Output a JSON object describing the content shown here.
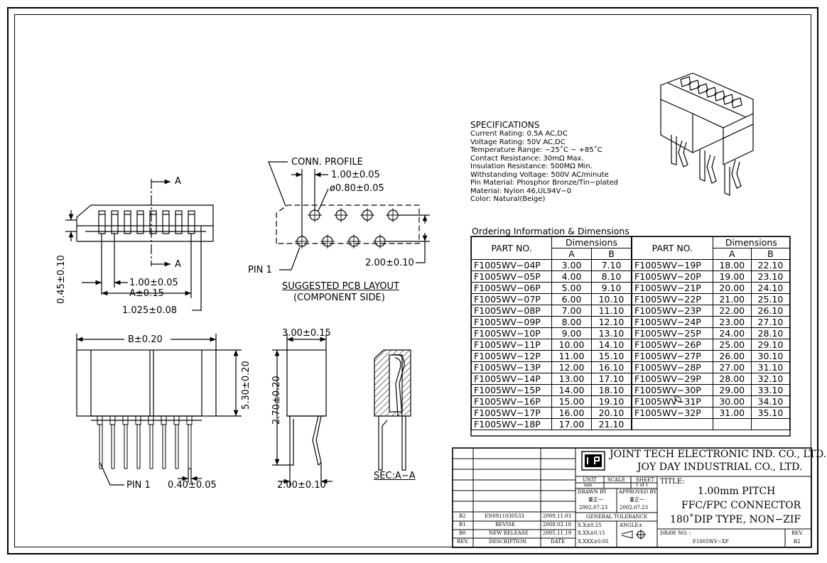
{
  "specs": {
    "heading": "SPECIFICATIONS",
    "lines": [
      "Current Rating: 0.5A AC,DC",
      "Voltage Rating: 50V AC,DC",
      "Temperature Range: −25˚C ~ +85˚C",
      "Contact Resistance: 30mΩ Max.",
      "Insulation Resistance: 500MΩ Min.",
      "Withstanding Voltage: 500V AC/minute",
      "Pin Material: Phosphor Bronze/Tin−plated",
      "Material: Nylon 46,UL94V−0",
      "Color: Natural(Beige)"
    ]
  },
  "ordering": {
    "title": "Ordering Information & Dimensions",
    "col_part": "PART NO.",
    "col_dims": "Dimensions",
    "col_a": "A",
    "col_b": "B",
    "left": [
      [
        "F1005WV−04P",
        "3.00",
        "7.10"
      ],
      [
        "F1005WV−05P",
        "4.00",
        "8.10"
      ],
      [
        "F1005WV−06P",
        "5.00",
        "9.10"
      ],
      [
        "F1005WV−07P",
        "6.00",
        "10.10"
      ],
      [
        "F1005WV−08P",
        "7.00",
        "11.10"
      ],
      [
        "F1005WV−09P",
        "8.00",
        "12.10"
      ],
      [
        "F1005WV−10P",
        "9.00",
        "13.10"
      ],
      [
        "F1005WV−11P",
        "10.00",
        "14.10"
      ],
      [
        "F1005WV−12P",
        "11.00",
        "15.10"
      ],
      [
        "F1005WV−13P",
        "12.00",
        "16.10"
      ],
      [
        "F1005WV−14P",
        "13.00",
        "17.10"
      ],
      [
        "F1005WV−15P",
        "14.00",
        "18.10"
      ],
      [
        "F1005WV−16P",
        "15.00",
        "19.10"
      ],
      [
        "F1005WV−17P",
        "16.00",
        "20.10"
      ],
      [
        "F1005WV−18P",
        "17.00",
        "21.10"
      ]
    ],
    "right": [
      [
        "F1005WV−19P",
        "18.00",
        "22.10"
      ],
      [
        "F1005WV−20P",
        "19.00",
        "23.10"
      ],
      [
        "F1005WV−21P",
        "20.00",
        "24.10"
      ],
      [
        "F1005WV−22P",
        "21.00",
        "25.10"
      ],
      [
        "F1005WV−23P",
        "22.00",
        "26.10"
      ],
      [
        "F1005WV−24P",
        "23.00",
        "27.10"
      ],
      [
        "F1005WV−25P",
        "24.00",
        "28.10"
      ],
      [
        "F1005WV−26P",
        "25.00",
        "29.10"
      ],
      [
        "F1005WV−27P",
        "26.00",
        "30.10"
      ],
      [
        "F1005WV−28P",
        "27.00",
        "31.10"
      ],
      [
        "F1005WV−29P",
        "28.00",
        "32.10"
      ],
      [
        "F1005WV−30P",
        "29.00",
        "33.10"
      ],
      [
        "F1005WV−31P",
        "30.00",
        "34.10"
      ],
      [
        "F1005WV−32P",
        "31.00",
        "35.10"
      ]
    ]
  },
  "dims": {
    "section_a_top": "A",
    "section_a_bottom": "A",
    "height_045": "0.45±0.10",
    "pitch_100": "1.00±0.05",
    "a_015": "A±0.15",
    "d_1025": "1.025±0.08",
    "conn_profile": "CONN. PROFILE",
    "pcb_pitch": "1.00±0.05",
    "hole_dia": "ø0.80±0.05",
    "pin1_pcb": "PIN 1",
    "row_200": "2.00±0.10",
    "pcb_title": "SUGGESTED PCB LAYOUT",
    "pcb_sub": "(COMPONENT SIDE)",
    "b_020": "B±0.20",
    "h_530": "5.30±0.20",
    "pin1_front": "PIN 1",
    "w_040": "0.40±0.05",
    "w_300": "3.00±0.15",
    "h_270": "2.70±0.20",
    "w_200": "2.00±0.10",
    "sec_aa": "SEC:A−A"
  },
  "titleblock": {
    "company1": "JOINT TECH ELECTRONIC IND. CO., LTD.",
    "company2": "JOY DAY INDUSTRIAL CO., LTD.",
    "unit_label": "UNIT",
    "unit_value": "mm",
    "scale_label": "SCALE",
    "sheet_label": "SHEET",
    "sheet_value": "1 of 1",
    "drawn_label": "DRAWN BY",
    "drawn_name": "董正一",
    "drawn_date": "2002.07.23",
    "approved_label": "APPROVED BY",
    "approved_name": "董正一",
    "approved_date": "2002.07.23",
    "tolerance_label": "GENERAL TOLERANCE",
    "tol1": "X.X±0.25",
    "tol2": "X.XX±0.15",
    "tol3": "X.XXX±0.05",
    "angle_label": "ANGLE±",
    "title_label": "TITLE:",
    "title1": "1.00mm PITCH",
    "title2": "FFC/FPC CONNECTOR",
    "title3": "180˚DIP TYPE, NON−ZIF",
    "drawno_label": "DRAW NO. :",
    "drawno_value": "F1005WV−XP",
    "rev_label": "REV.",
    "rev_value": "B2",
    "revisions": [
      [
        "B2",
        "EN0911030533",
        "2009.11.03"
      ],
      [
        "B1",
        "REVISE",
        "2008.02.18"
      ],
      [
        "B0",
        "NEW RELEASE",
        "2005.11.19"
      ]
    ],
    "rev_hdr": "REV.",
    "desc_hdr": "DESCRIPTION",
    "date_hdr": "DATE"
  }
}
